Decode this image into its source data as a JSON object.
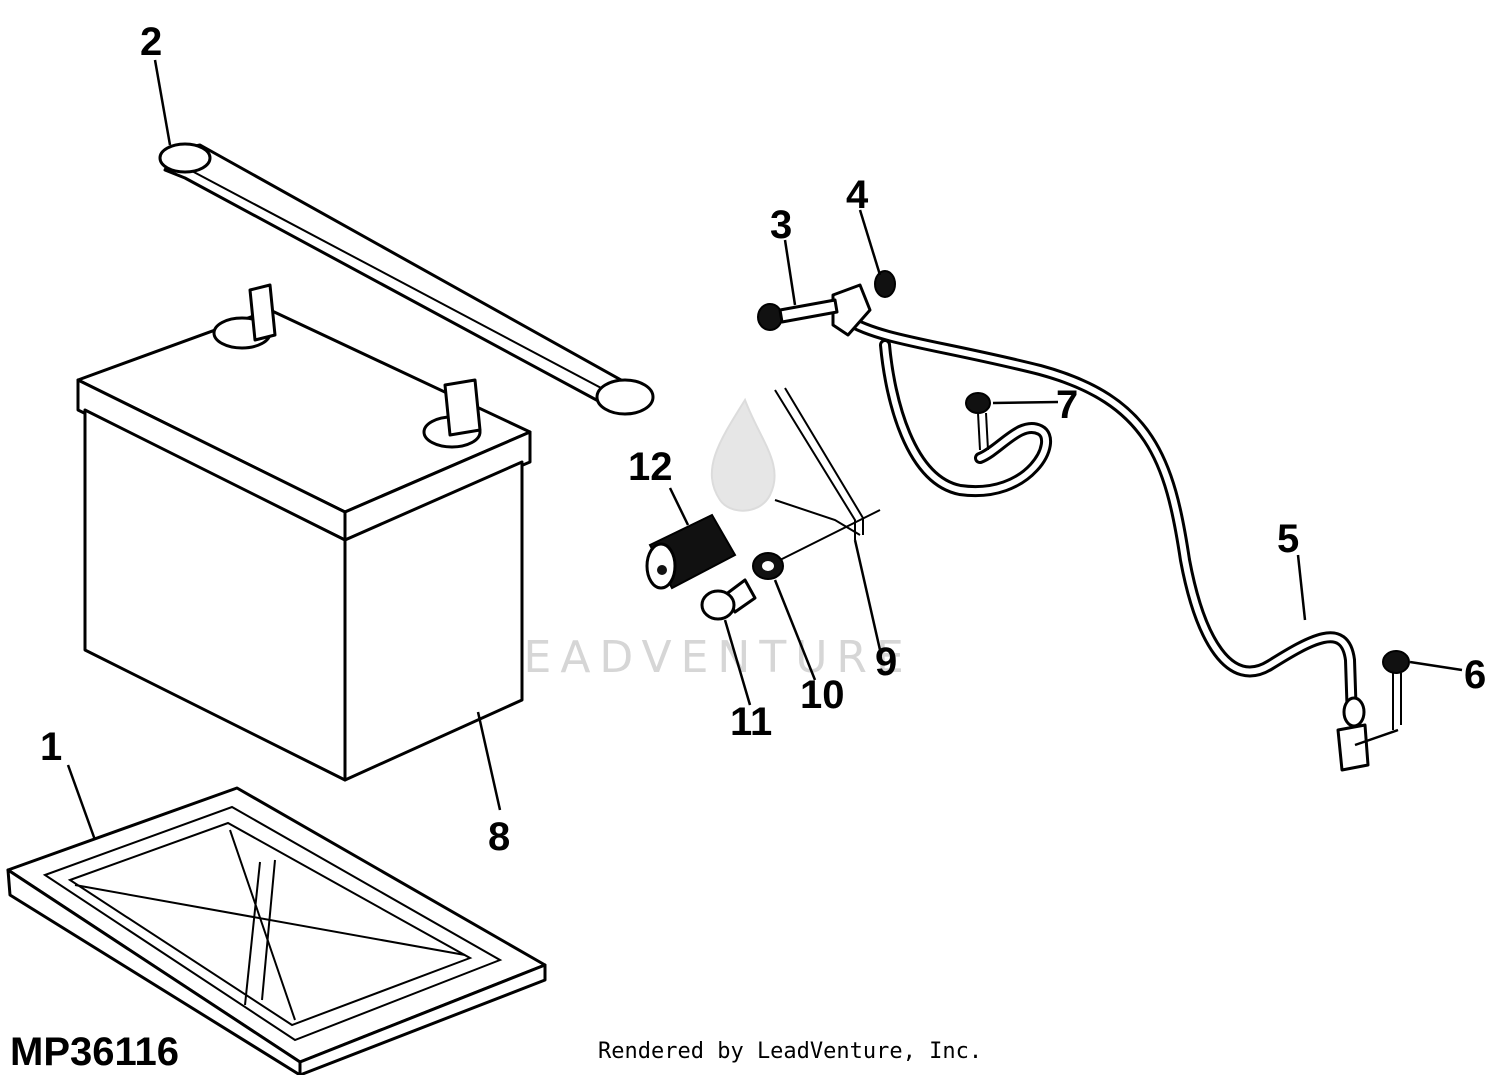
{
  "diagram": {
    "code": "MP36116",
    "credit": "Rendered by LeadVenture, Inc.",
    "watermark": "LEADVENTURE",
    "callouts": {
      "c1": "1",
      "c2": "2",
      "c3": "3",
      "c4": "4",
      "c5": "5",
      "c6": "6",
      "c7": "7",
      "c8": "8",
      "c9": "9",
      "c10": "10",
      "c11": "11",
      "c12": "12"
    },
    "icons": {
      "battery": "battery-icon",
      "tray": "battery-tray-icon",
      "holddown": "hold-down-rod-icon",
      "cable": "battery-cable-icon",
      "bolt": "bolt-icon",
      "nut": "nut-icon",
      "washer": "washer-icon",
      "boot": "terminal-boot-icon",
      "rod": "j-bolt-icon"
    },
    "colors": {
      "line": "#000000",
      "background": "#ffffff",
      "watermark": "#d6d6d6"
    }
  }
}
